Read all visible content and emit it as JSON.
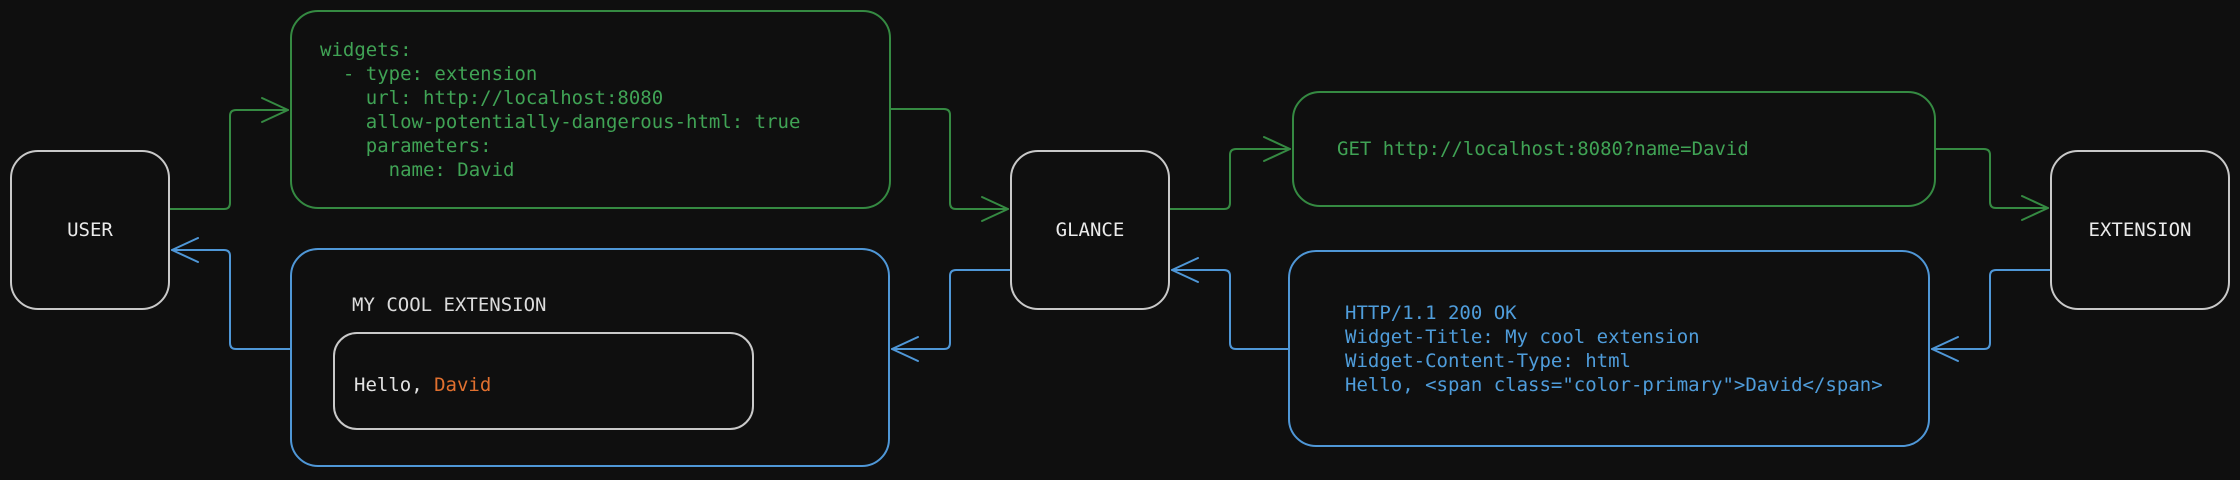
{
  "diagram_title": "glance-extension-request-flow",
  "colors": {
    "background": "#0f0f0f",
    "request_green_line": "#358a42",
    "request_green_text": "#40a355",
    "response_blue_line": "#4f97d7",
    "response_blue_text": "#4f9ddb",
    "node_border_grey": "#c9c9c9",
    "node_text": "#ebebeb",
    "highlight_orange": "#e1702f"
  },
  "nodes": {
    "user": {
      "label": "USER"
    },
    "glance": {
      "label": "GLANCE"
    },
    "extension": {
      "label": "EXTENSION"
    }
  },
  "config_box": {
    "lines": [
      "widgets:",
      "  - type: extension",
      "    url: http://localhost:8080",
      "    allow-potentially-dangerous-html: true",
      "    parameters:",
      "      name: David"
    ]
  },
  "request_box": {
    "text": "GET http://localhost:8080?name=David"
  },
  "response_box": {
    "lines": [
      "HTTP/1.1 200 OK",
      "Widget-Title: My cool extension",
      "Widget-Content-Type: html",
      "",
      "Hello, <span class=\"color-primary\">David</span>"
    ]
  },
  "widget_box": {
    "title": "MY COOL EXTENSION",
    "greeting_prefix": "Hello, ",
    "greeting_name": "David"
  }
}
